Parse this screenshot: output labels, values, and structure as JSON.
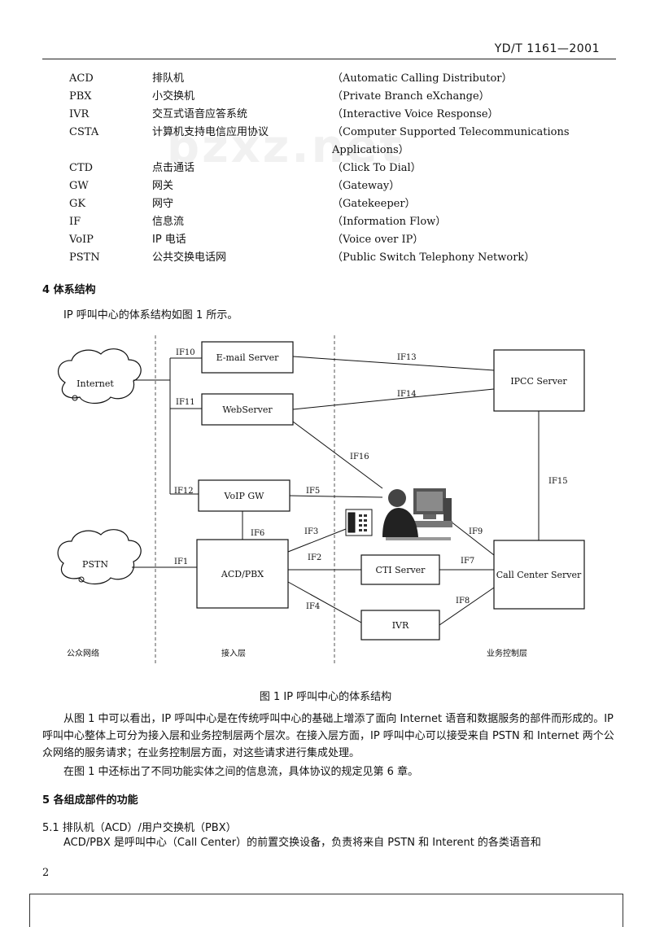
{
  "header": {
    "doc_code": "YD/T 1161—2001"
  },
  "watermark": "bzxz.net",
  "abbreviations": [
    {
      "abbr": "ACD",
      "cn": "排队机",
      "en": "（Automatic Calling Distributor）"
    },
    {
      "abbr": "PBX",
      "cn": "小交换机",
      "en": "（Private Branch eXchange）"
    },
    {
      "abbr": "IVR",
      "cn": "交互式语音应答系统",
      "en": "（Interactive Voice Response）"
    },
    {
      "abbr": "CSTA",
      "cn": "计算机支持电信应用协议",
      "en": "（Computer Supported Telecommunications Applications）"
    },
    {
      "abbr": "CTD",
      "cn": "点击通话",
      "en": "（Click To Dial）"
    },
    {
      "abbr": "GW",
      "cn": "网关",
      "en": "（Gateway）"
    },
    {
      "abbr": "GK",
      "cn": "网守",
      "en": "（Gatekeeper）"
    },
    {
      "abbr": "IF",
      "cn": "信息流",
      "en": "（Information Flow）"
    },
    {
      "abbr": "VoIP",
      "cn": "IP 电话",
      "en": "（Voice over IP）"
    },
    {
      "abbr": "PSTN",
      "cn": "公共交换电话网",
      "en": "（Public Switch Telephony Network）"
    }
  ],
  "section4": {
    "title": "4  体系结构",
    "intro": "IP 呼叫中心的体系结构如图 1 所示。"
  },
  "diagram": {
    "clouds": {
      "internet": "Internet",
      "pstn": "PSTN"
    },
    "boxes": {
      "email": "E-mail Server",
      "web": "WebServer",
      "voip": "VoIP GW",
      "acd": "ACD/PBX",
      "cti": "CTI Server",
      "ivr": "IVR",
      "ipcc": "IPCC Server",
      "ccs": "Call Center Server"
    },
    "flows": {
      "if1": "IF1",
      "if2": "IF2",
      "if3": "IF3",
      "if4": "IF4",
      "if5": "IF5",
      "if6": "IF6",
      "if7": "IF7",
      "if8": "IF8",
      "if9": "IF9",
      "if10": "IF10",
      "if11": "IF11",
      "if12": "IF12",
      "if13": "IF13",
      "if14": "IF14",
      "if15": "IF15",
      "if16": "IF16"
    },
    "zones": {
      "public": "公众网络",
      "access": "接入层",
      "control": "业务控制层"
    }
  },
  "figure_caption": "图 1    IP 呼叫中心的体系结构",
  "paragraphs": {
    "p1": "从图 1 中可以看出，IP 呼叫中心是在传统呼叫中心的基础上增添了面向 Internet 语音和数据服务的部件而形成的。IP 呼叫中心整体上可分为接入层和业务控制层两个层次。在接入层方面，IP 呼叫中心可以接受来自 PSTN 和 Internet 两个公众网络的服务请求；在业务控制层方面，对这些请求进行集成处理。",
    "p2": "在图 1 中还标出了不同功能实体之间的信息流，具体协议的规定见第 6 章。"
  },
  "section5": {
    "title": "5  各组成部件的功能",
    "sub_title": "5.1  排队机（ACD）/用户交换机（PBX）",
    "text": "ACD/PBX 是呼叫中心（Call Center）的前置交换设备，负责将来自 PSTN 和 Interent 的各类语音和"
  },
  "page_number": "2"
}
